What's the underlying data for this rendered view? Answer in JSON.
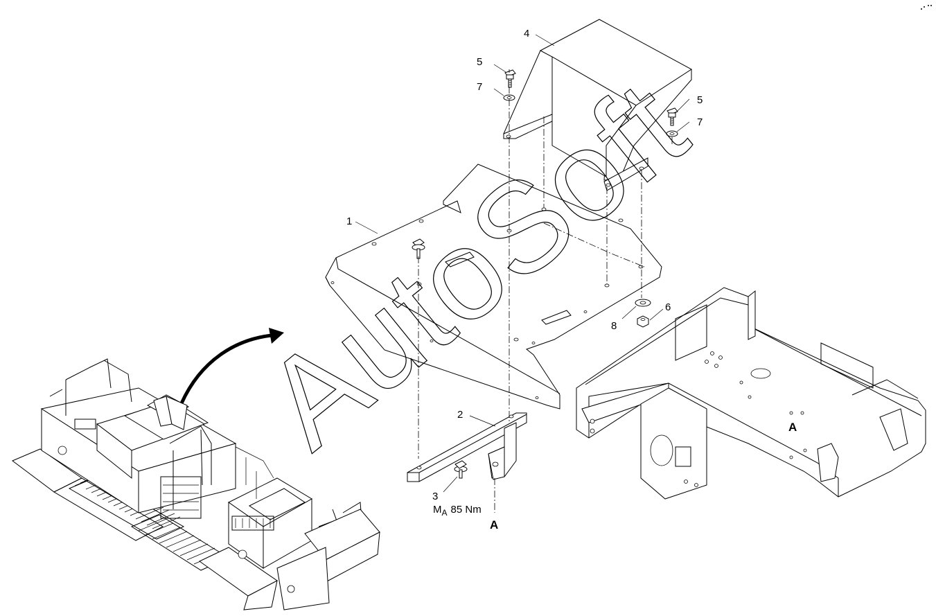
{
  "callouts": {
    "c1": "1",
    "c2": "2",
    "c3": "3",
    "c4": "4",
    "c5a": "5",
    "c5b": "5",
    "c6": "6",
    "c7a": "7",
    "c7b": "7",
    "c8": "8"
  },
  "torque": {
    "prefix": "M",
    "subscript": "A",
    "value": "85 Nm"
  },
  "ref_marks": {
    "under_bracket": "A",
    "on_frame": "A"
  },
  "watermark": "AutoSoft"
}
